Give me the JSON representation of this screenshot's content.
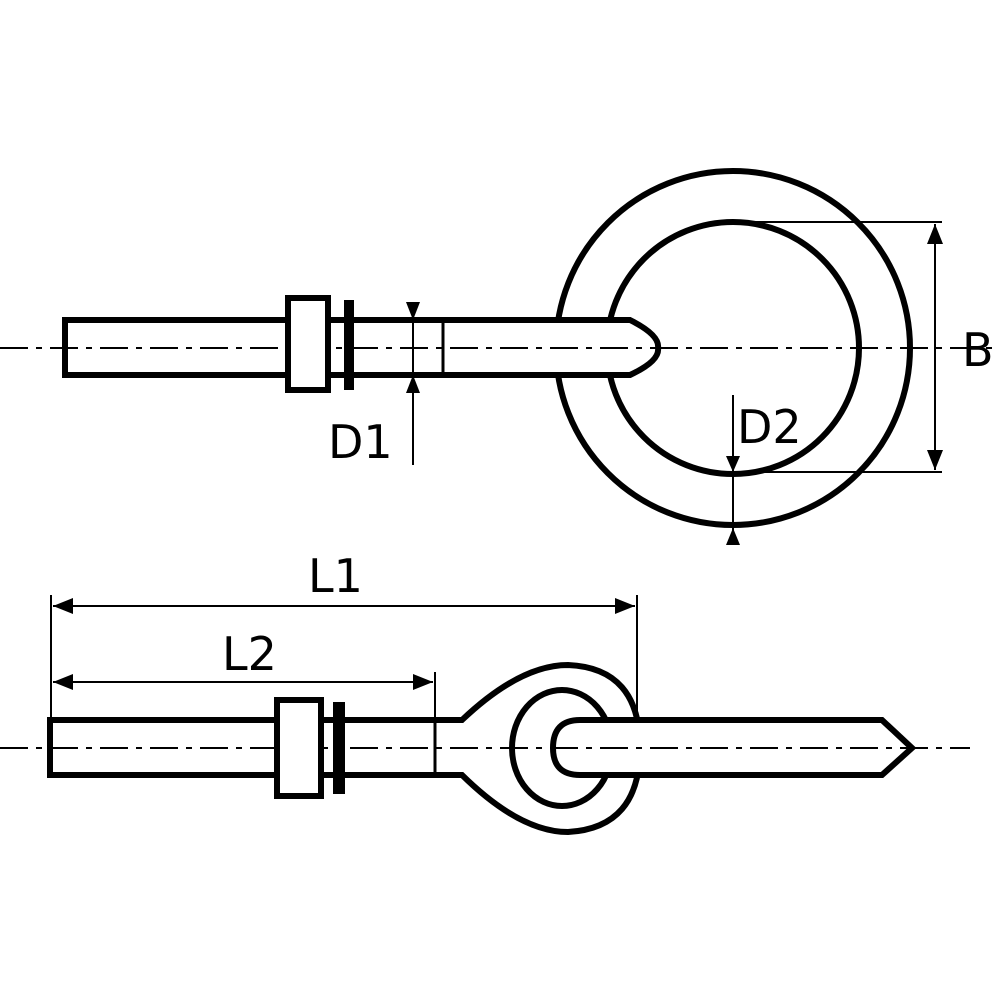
{
  "labels": {
    "d1": "D1",
    "d2": "D2",
    "b": "B",
    "l1": "L1",
    "l2": "L2"
  },
  "colors": {
    "line": "#000000",
    "background": "#ffffff"
  }
}
